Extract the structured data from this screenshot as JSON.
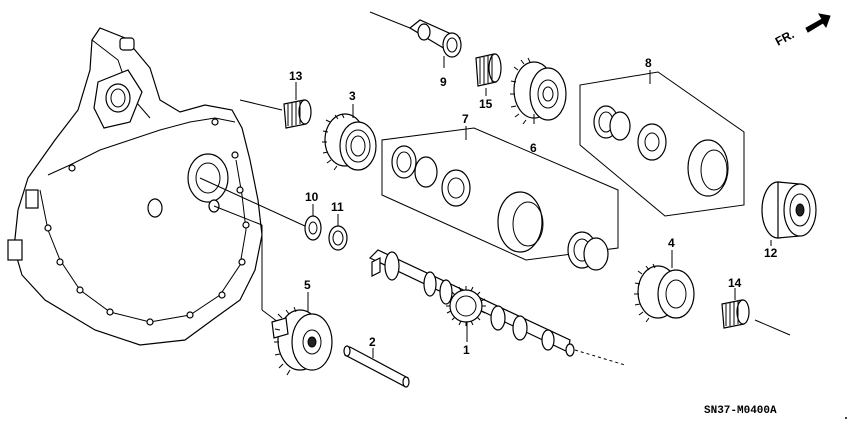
{
  "direction_label": "FR.",
  "diagram_code": "SN37-M0400A",
  "callouts": {
    "c1": "1",
    "c2": "2",
    "c3": "3",
    "c4": "4",
    "c5": "5",
    "c6": "6",
    "c7": "7",
    "c8": "8",
    "c9": "9",
    "c10": "10",
    "c11": "11",
    "c12": "12",
    "c13": "13",
    "c14": "14",
    "c15": "15"
  }
}
